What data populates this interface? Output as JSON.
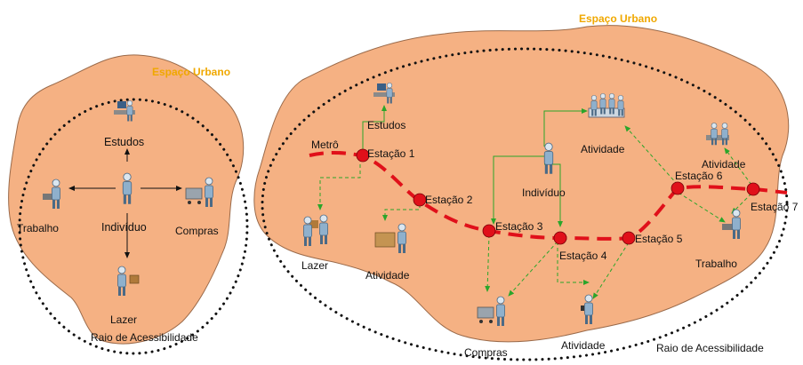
{
  "diagram": {
    "colors": {
      "blob": "#f5b183",
      "blob_stroke": "#9a6a4a",
      "metro": "#e0101a",
      "title": "#f0a800",
      "green_link": "#2aa52a",
      "dots": "#111111"
    },
    "left": {
      "title": "Espaço Urbano",
      "center": "Indivíduo",
      "nodes": {
        "top": "Estudos",
        "left": "Trabalho",
        "right": "Compras",
        "bottom": "Lazer"
      },
      "radius_label": "Raio de Acessibilidade"
    },
    "right": {
      "title": "Espaço Urbano",
      "metro_label": "Metrô",
      "center": "Indivíduo",
      "stations": [
        "Estação 1",
        "Estação 2",
        "Estação 3",
        "Estação 4",
        "Estação 5",
        "Estação 6",
        "Estação 7"
      ],
      "destinations": {
        "estudos": "Estudos",
        "atividade_top": "Atividade",
        "atividade_right": "Atividade",
        "lazer": "Lazer",
        "atividade_left": "Atividade",
        "compras": "Compras",
        "atividade_bottom": "Atividade",
        "trabalho": "Trabalho"
      },
      "radius_label": "Raio de Acessibilidade"
    },
    "icons": [
      "desk-person-icon",
      "person-icon",
      "shopping-cart-icon",
      "laptop-person-icon",
      "delivery-person-icon",
      "meeting-icon",
      "boxes-person-icon",
      "phone-person-icon"
    ]
  }
}
